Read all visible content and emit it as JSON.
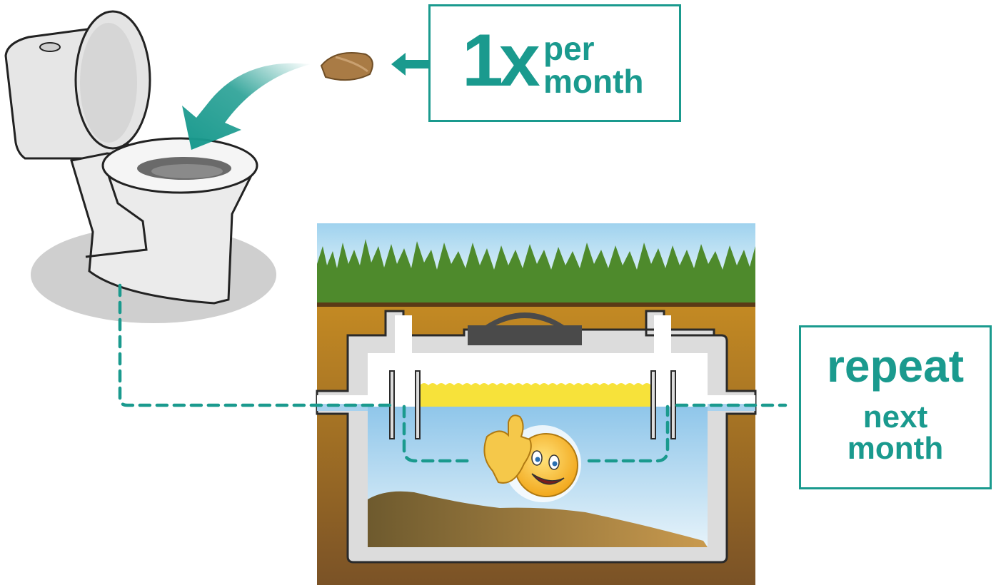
{
  "diagram": {
    "title_step": {
      "frequency_number": "1x",
      "frequency_unit_line1": "per",
      "frequency_unit_line2": "month"
    },
    "repeat_step": {
      "line1": "repeat",
      "line2": "next",
      "line3": "month"
    },
    "elements": [
      {
        "name": "toilet",
        "description": "white toilet with open lid"
      },
      {
        "name": "treatment-pod",
        "description": "brown dissolvable packet"
      },
      {
        "name": "curved-arrow",
        "description": "teal arrow pointing into toilet bowl"
      },
      {
        "name": "septic-tank",
        "description": "underground tank cross-section with grass, scum layer, water, sludge"
      },
      {
        "name": "happy-emoji",
        "description": "smiley face giving thumbs up inside tank"
      },
      {
        "name": "flow-path",
        "description": "teal dashed line from toilet through tank and out"
      }
    ],
    "colors": {
      "accent": "#1a9a8e",
      "grass": "#4e8a2c",
      "soil": "#b97a1e",
      "sky": "#a9d8ef",
      "scum": "#f7e23a",
      "water": "#a8d2ee",
      "sludge": "#8a6a34",
      "tank_wall": "#d9d9d9"
    }
  }
}
